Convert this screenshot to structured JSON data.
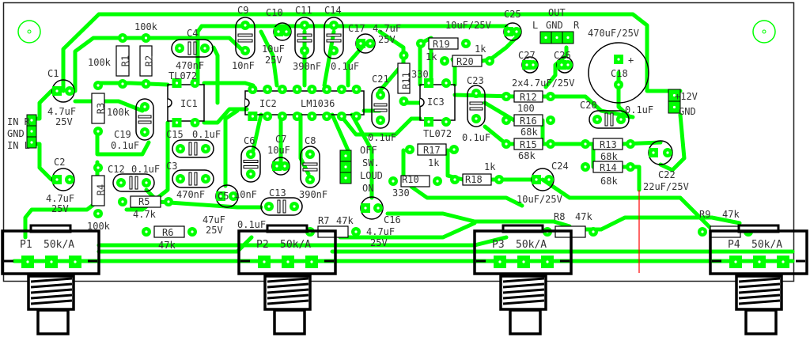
{
  "colors": {
    "trace": "#00ff00",
    "outline": "#000000",
    "jumper": "#ff0000",
    "pad_hole": "#ffffff"
  },
  "labels": [
    "100k",
    "C9",
    "C10",
    "C11",
    "C14",
    "C17",
    "4.7uF",
    "25V",
    "C4",
    "470nF",
    "10nF",
    "10uF",
    "25V",
    "390nF",
    "0.1uF",
    "100k",
    "R1",
    "R2",
    "C1",
    "4.7uF",
    "25V",
    "R3",
    "100k",
    "TL072",
    "IC1",
    "IC2",
    "LM1036",
    "C21",
    "0.1uF",
    "IN R",
    "GND",
    "IN L",
    "C19",
    "0.1uF",
    "C15",
    "0.1uF",
    "C6",
    "C7",
    "10uF",
    "C8",
    "OFF",
    "SW.",
    "LOUD",
    "ON",
    "C2",
    "4.7uF",
    "25V",
    "R4",
    "C12",
    "0.1uF",
    "C3",
    "470nF",
    "C5",
    "10nF",
    "C13",
    "390nF",
    "R5",
    "4.7k",
    "100k",
    "47uF",
    "25V",
    "0.1uF",
    "R6",
    "47k",
    "R7",
    "47k",
    "C16",
    "4.7uF",
    "25V",
    "10uF/25V",
    "C25",
    "OUT",
    "L",
    "GND",
    "R",
    "470uF/25V",
    "R19",
    "1k",
    "1k",
    "R20",
    "C27",
    "C26",
    "2x4.7uF/25V",
    "C18",
    "+12V",
    "GND",
    "R11",
    "330",
    "IC3",
    "C23",
    "R12",
    "100",
    "C20",
    "0.1uF",
    "R16",
    "68k",
    "TL072",
    "0.1uF",
    "R15",
    "68k",
    "R17",
    "1k",
    "R13",
    "68k",
    "R14",
    "68k",
    "C24",
    "C22",
    "22uF/25V",
    "1k",
    "R18",
    "R10",
    "330",
    "10uF/25V",
    "R8",
    "47k",
    "R9",
    "47k"
  ],
  "pots": [
    {
      "ref": "P1",
      "value": "50k/A"
    },
    {
      "ref": "P2",
      "value": "50k/A"
    },
    {
      "ref": "P3",
      "value": "50k/A"
    },
    {
      "ref": "P4",
      "value": "50k/A"
    }
  ]
}
